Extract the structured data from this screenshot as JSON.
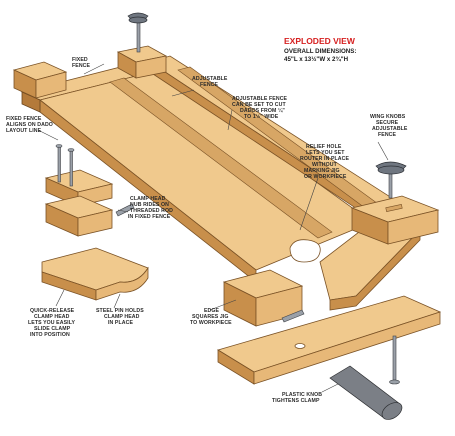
{
  "title": "EXPLODED VIEW",
  "subtitle_line1": "OVERALL DIMENSIONS:",
  "subtitle_line2": "45\"L x 13½\"W x 2¾\"H",
  "labels": {
    "fixed_fence": [
      "FIXED",
      "FENCE"
    ],
    "adjustable_fence": [
      "ADJUSTABLE",
      "FENCE"
    ],
    "fixed_fence_aligns": [
      "FIXED FENCE",
      "ALIGNS ON DADO",
      "LAYOUT LINE"
    ],
    "adjustable_fence_set": [
      "ADJUSTABLE FENCE",
      "CAN BE SET TO CUT",
      "DADOS FROM ¼\"",
      "TO 1½\" WIDE"
    ],
    "wing_knobs": [
      "WING KNOBS",
      "SECURE",
      "ADJUSTABLE",
      "FENCE"
    ],
    "relief_hole": [
      "RELIEF HOLE",
      "LETS YOU SET",
      "ROUTER IN PLACE",
      "WITHOUT",
      "MARKING JIG",
      "OR WORKPIECE"
    ],
    "clamp_head_nub": [
      "CLAMP HEAD",
      "NUB RIDES ON",
      "THREADED ROD",
      "IN FIXED FENCE"
    ],
    "quick_release": [
      "QUICK-RELEASE",
      "CLAMP HEAD",
      "LETS YOU EASILY",
      "SLIDE CLAMP",
      "INTO POSITION"
    ],
    "steel_pin": [
      "STEEL PIN HOLDS",
      "CLAMP HEAD",
      "IN PLACE"
    ],
    "edge_squares": [
      "EDGE",
      "SQUARES JIG",
      "TO WORKPIECE"
    ],
    "plastic_knob": [
      "PLASTIC KNOB",
      "TIGHTENS CLAMP"
    ]
  },
  "colors": {
    "wood_light": "#f0c98d",
    "wood_mid": "#e7b878",
    "wood_dark": "#c88f4b",
    "title_red": "#d62020",
    "hardware_grey": "#6f7680"
  }
}
